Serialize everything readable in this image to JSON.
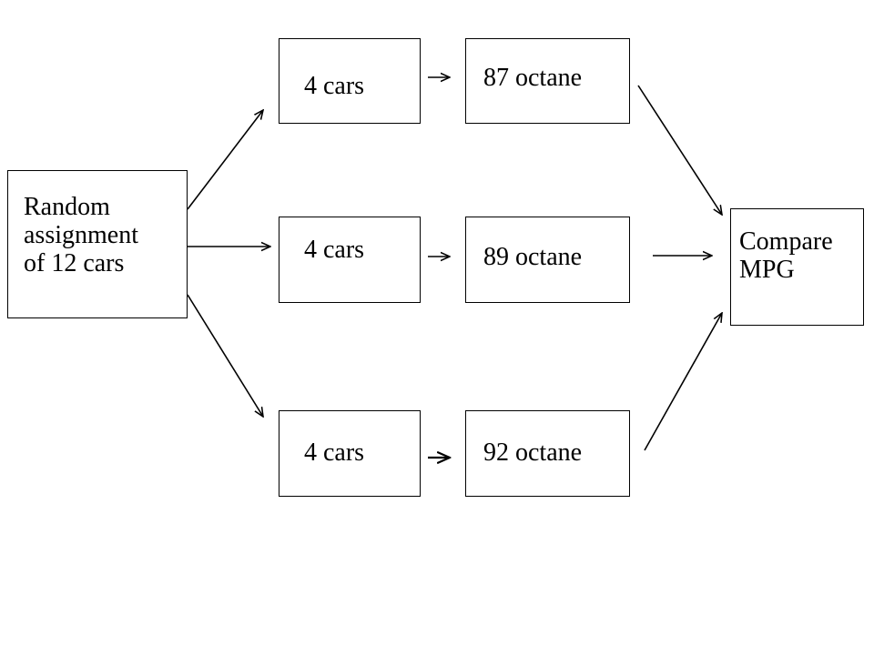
{
  "start": {
    "lines": [
      "Random",
      "assignment",
      "of 12 cars"
    ]
  },
  "groups": [
    {
      "cars": "4 cars",
      "treatment": "87 octane"
    },
    {
      "cars": "4 cars",
      "treatment": "89 octane"
    },
    {
      "cars": "4 cars",
      "treatment": "92 octane"
    }
  ],
  "end": {
    "lines": [
      "Compare",
      "MPG"
    ]
  },
  "colors": {
    "stroke": "#000000",
    "background": "#ffffff"
  }
}
